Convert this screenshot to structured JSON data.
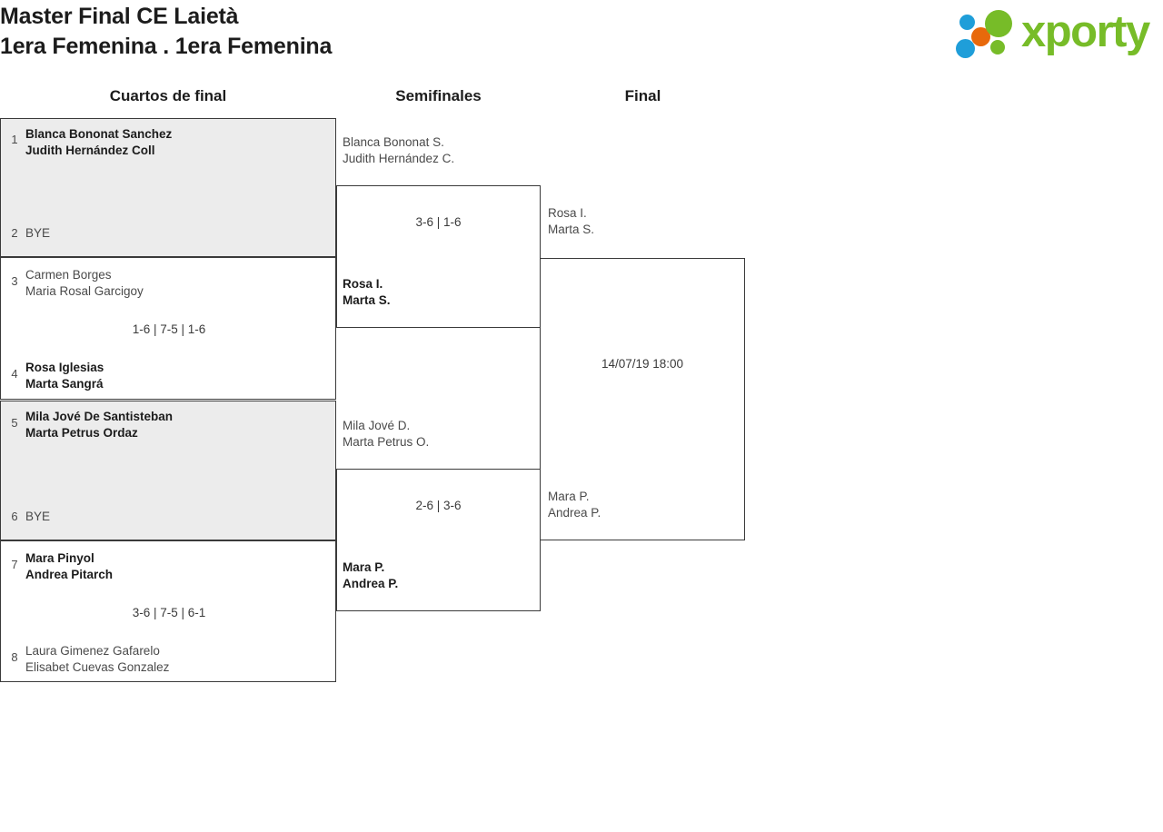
{
  "header": {
    "title_line1": "Master Final CE Laietà",
    "title_line2": "1era Femenina . 1era Femenina",
    "logo_text": "xporty",
    "logo_colors": {
      "green": "#77bc28",
      "blue": "#1f9ed9",
      "orange": "#e8690b"
    }
  },
  "columns": [
    {
      "label": "Cuartos de final"
    },
    {
      "label": "Semifinales"
    },
    {
      "label": "Final"
    }
  ],
  "round1": {
    "matches": [
      {
        "shaded": true,
        "score": "",
        "top": {
          "seed": "1",
          "players": [
            "Blanca Bononat Sanchez",
            "Judith Hernández Coll"
          ],
          "winner": true,
          "bye": false
        },
        "bottom": {
          "seed": "2",
          "players": [
            "BYE"
          ],
          "winner": false,
          "bye": true
        }
      },
      {
        "shaded": false,
        "score": "1-6 | 7-5 | 1-6",
        "top": {
          "seed": "3",
          "players": [
            "Carmen Borges",
            "Maria Rosal Garcigoy"
          ],
          "winner": false,
          "bye": false
        },
        "bottom": {
          "seed": "4",
          "players": [
            "Rosa Iglesias",
            "Marta Sangrá"
          ],
          "winner": true,
          "bye": false
        }
      },
      {
        "shaded": true,
        "score": "",
        "top": {
          "seed": "5",
          "players": [
            "Mila Jové De Santisteban",
            "Marta Petrus Ordaz"
          ],
          "winner": true,
          "bye": false
        },
        "bottom": {
          "seed": "6",
          "players": [
            "BYE"
          ],
          "winner": false,
          "bye": true
        }
      },
      {
        "shaded": false,
        "score": "3-6 | 7-5 | 6-1",
        "top": {
          "seed": "7",
          "players": [
            "Mara Pinyol",
            "Andrea Pitarch"
          ],
          "winner": true,
          "bye": false
        },
        "bottom": {
          "seed": "8",
          "players": [
            "Laura Gimenez Gafarelo",
            "Elisabet Cuevas Gonzalez"
          ],
          "winner": false,
          "bye": false
        }
      }
    ]
  },
  "semifinals": {
    "matches": [
      {
        "score": "3-6 | 1-6",
        "top": {
          "players": [
            "Blanca Bononat S.",
            "Judith Hernández C."
          ],
          "winner": false
        },
        "bottom": {
          "players": [
            "Rosa I.",
            "Marta S."
          ],
          "winner": true
        }
      },
      {
        "score": "2-6 | 3-6",
        "top": {
          "players": [
            "Mila Jové D.",
            "Marta Petrus O."
          ],
          "winner": false
        },
        "bottom": {
          "players": [
            "Mara P.",
            "Andrea P."
          ],
          "winner": true
        }
      }
    ]
  },
  "final": {
    "match": {
      "score": "14/07/19 18:00",
      "top": {
        "players": [
          "Rosa I.",
          "Marta S."
        ],
        "winner": false
      },
      "bottom": {
        "players": [
          "Mara P.",
          "Andrea P."
        ],
        "winner": false
      }
    }
  }
}
